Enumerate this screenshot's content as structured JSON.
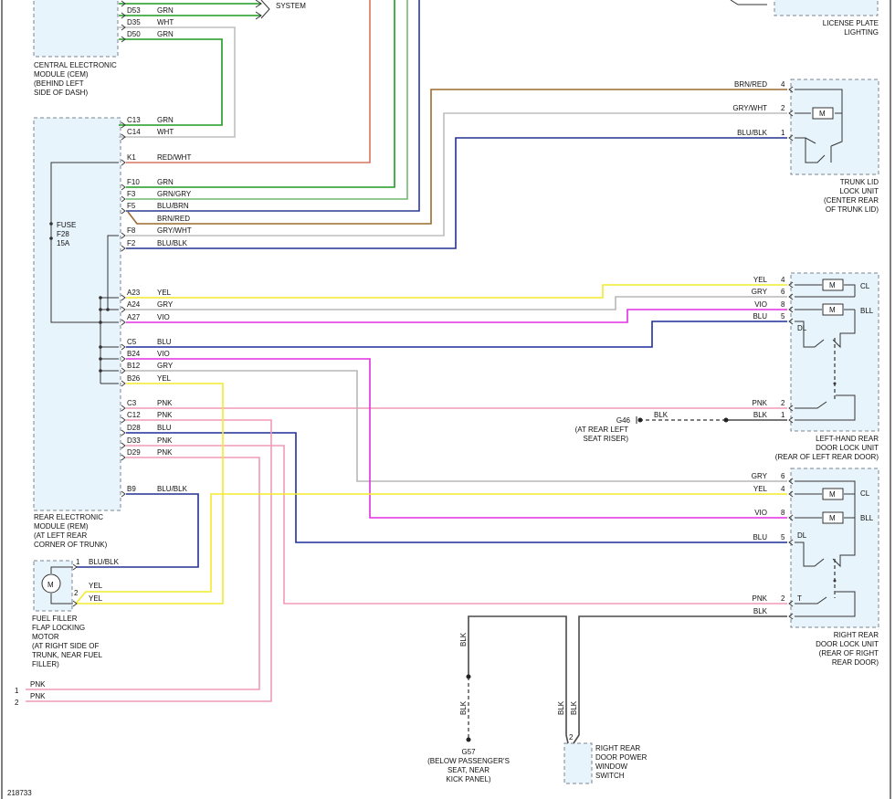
{
  "page_border_color": "#555555",
  "wire_colors": {
    "GRN": "#1e9a1e",
    "WHT": "#bfbfbf",
    "RED/WHT": "#d9735f",
    "GRN/GRY": "#6fba6f",
    "BLU/BRN": "#2b3a8f",
    "BRN/RED": "#9a6a2e",
    "GRY/WHT": "#bdbdbd",
    "BLU/BLK": "#24308f",
    "YEL": "#f3ea2c",
    "GRY": "#b7b7b7",
    "VIO": "#e32ee3",
    "BLU": "#1d2f9a",
    "PNK": "#f09ab4",
    "BLK": "#4a4a4a"
  },
  "cem": {
    "label": [
      "CENTRAL ELECTRONIC",
      "MODULE (CEM)",
      "(BEHIND LEFT",
      "SIDE OF DASH)"
    ],
    "pins": [
      {
        "pin": "D53",
        "wire": "GRN"
      },
      {
        "pin": "D35",
        "wire": "WHT"
      },
      {
        "pin": "D50",
        "wire": "GRN"
      }
    ],
    "system_label": "SYSTEM"
  },
  "license_plate": {
    "label": [
      "LICENSE PLATE",
      "LIGHTING"
    ]
  },
  "rem": {
    "label": [
      "REAR ELECTRONIC",
      "MODULE (REM)",
      "(AT LEFT REAR",
      "CORNER OF TRUNK)"
    ],
    "fuse_label": [
      "FUSE",
      "F28",
      "15A"
    ],
    "pins": [
      {
        "pin": "C13",
        "wire": "GRN"
      },
      {
        "pin": "C14",
        "wire": "WHT"
      },
      {
        "pin": "K1",
        "wire": "RED/WHT"
      },
      {
        "pin": "F10",
        "wire": "GRN"
      },
      {
        "pin": "F3",
        "wire": "GRN/GRY"
      },
      {
        "pin": "F5",
        "wire": "BLU/BRN"
      },
      {
        "pin": "",
        "wire": "BRN/RED"
      },
      {
        "pin": "F8",
        "wire": "GRY/WHT"
      },
      {
        "pin": "F2",
        "wire": "BLU/BLK"
      },
      {
        "pin": "A23",
        "wire": "YEL"
      },
      {
        "pin": "A24",
        "wire": "GRY"
      },
      {
        "pin": "A27",
        "wire": "VIO"
      },
      {
        "pin": "C5",
        "wire": "BLU"
      },
      {
        "pin": "B24",
        "wire": "VIO"
      },
      {
        "pin": "B12",
        "wire": "GRY"
      },
      {
        "pin": "B26",
        "wire": "YEL"
      },
      {
        "pin": "C3",
        "wire": "PNK"
      },
      {
        "pin": "C12",
        "wire": "PNK"
      },
      {
        "pin": "D28",
        "wire": "BLU"
      },
      {
        "pin": "D33",
        "wire": "PNK"
      },
      {
        "pin": "D29",
        "wire": "PNK"
      },
      {
        "pin": "B9",
        "wire": "BLU/BLK"
      }
    ]
  },
  "trunk_lid": {
    "label": [
      "TRUNK LID",
      "LOCK UNIT",
      "(CENTER REAR",
      "OF TRUNK LID)"
    ],
    "pins": [
      {
        "pin": "4",
        "wire": "BRN/RED"
      },
      {
        "pin": "2",
        "wire": "GRY/WHT"
      },
      {
        "pin": "1",
        "wire": "BLU/BLK"
      }
    ],
    "motor": "M"
  },
  "lh_door": {
    "label": [
      "LEFT-HAND REAR",
      "DOOR LOCK UNIT",
      "(REAR OF LEFT REAR DOOR)"
    ],
    "pins": [
      {
        "pin": "4",
        "wire": "YEL"
      },
      {
        "pin": "6",
        "wire": "GRY"
      },
      {
        "pin": "8",
        "wire": "VIO"
      },
      {
        "pin": "5",
        "wire": "BLU"
      },
      {
        "pin": "2",
        "wire": "PNK"
      },
      {
        "pin": "1",
        "wire": "BLK"
      }
    ],
    "labels": {
      "cl": "CL",
      "bll": "BLL",
      "dl": "DL"
    },
    "motor": "M"
  },
  "ground_g46": {
    "wire": "BLK",
    "label": [
      "G46",
      "(AT REAR LEFT",
      "SEAT RISER)"
    ]
  },
  "rh_door": {
    "label": [
      "RIGHT REAR",
      "DOOR LOCK UNIT",
      "(REAR OF RIGHT",
      "REAR DOOR)"
    ],
    "pins": [
      {
        "pin": "6",
        "wire": "GRY"
      },
      {
        "pin": "4",
        "wire": "YEL"
      },
      {
        "pin": "8",
        "wire": "VIO"
      },
      {
        "pin": "5",
        "wire": "BLU"
      },
      {
        "pin": "2",
        "wire": "PNK"
      },
      {
        "pin": "",
        "wire": "BLK"
      }
    ],
    "labels": {
      "cl": "CL",
      "bll": "BLL",
      "dl": "DL",
      "t": "T"
    },
    "motor": "M"
  },
  "fuel_filler": {
    "label": [
      "FUEL FILLER",
      "FLAP LOCKING",
      "MOTOR",
      "(AT RIGHT SIDE OF",
      "TRUNK, NEAR FUEL",
      "FILLER)"
    ],
    "pins": [
      {
        "pin": "1",
        "wire": "BLU/BLK"
      },
      {
        "pin": "2",
        "wire": "YEL"
      },
      {
        "pin": "",
        "wire": "YEL"
      }
    ],
    "motor": "M"
  },
  "left_pnk": [
    {
      "pin": "1",
      "wire": "PNK"
    },
    {
      "pin": "2",
      "wire": "PNK"
    }
  ],
  "ground_g57": {
    "wire": "BLK",
    "label": [
      "G57",
      "(BELOW PASSENGER'S",
      "SEAT, NEAR",
      "KICK PANEL)"
    ]
  },
  "window_switch": {
    "label": [
      "RIGHT REAR",
      "DOOR POWER",
      "WINDOW",
      "SWITCH"
    ],
    "pin": "2",
    "wire": "BLK"
  },
  "figure_id": "218733"
}
